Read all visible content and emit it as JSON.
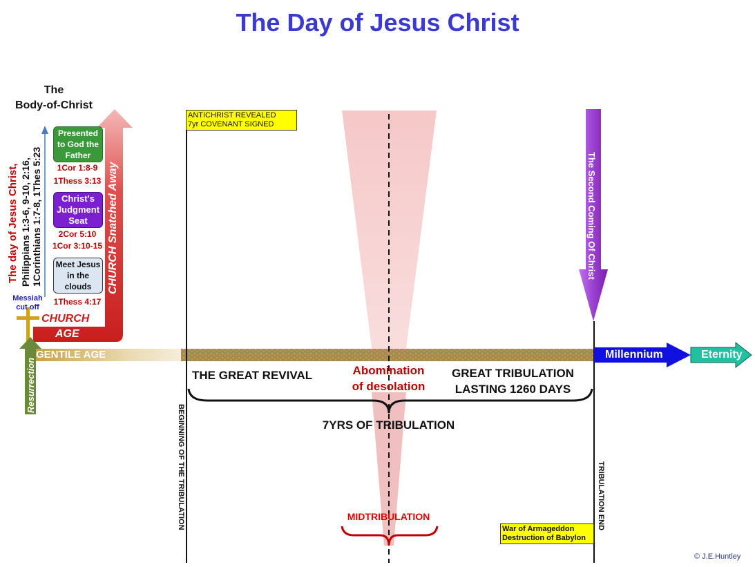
{
  "title": "The Day of Jesus Christ",
  "body_of_christ": {
    "line1": "The",
    "line2": "Body-of-Christ"
  },
  "stack": [
    {
      "label": "Presented to God the Father",
      "refs": [
        "1Cor 1:8-9",
        "1Thess 3:13"
      ],
      "color": "#3a9a3a"
    },
    {
      "label": "Christ's Judgment Seat",
      "refs": [
        "2Cor 5:10",
        "1Cor 3:10-15"
      ],
      "color": "#7b1fd0"
    },
    {
      "label": "Meet Jesus in the clouds",
      "refs": [
        "1Thess 4:17"
      ],
      "color": "#dce6f2"
    }
  ],
  "side_verses": {
    "red_title": "The day of Jesus Christ,",
    "line1": "Philippians 1:3-6, 9-10, 2:16,",
    "line2": "1Corinthians 1:7-8, 1Thes 5:23"
  },
  "messiah_cut_off": "Messiah cut off",
  "church_age": {
    "line1": "CHURCH",
    "line2": "AGE"
  },
  "church_snatched_away": "CHURCH Snatched Away",
  "resurrection": "Resurrection",
  "gentile_age": "GENTILE AGE",
  "millennium": "Millennium",
  "eternity": "Eternity",
  "antichrist_box": {
    "line1": "ANTICHRIST  REVEALED",
    "line2": "7yr COVENANT  SIGNED"
  },
  "second_coming": "The Second Coming Of Christ",
  "great_revival": "THE GREAT REVIVAL",
  "abomination": {
    "line1": "Abomination",
    "line2": "of desolation"
  },
  "great_tribulation": {
    "line1": "GREAT TRIBULATION",
    "line2": "LASTING 1260 DAYS"
  },
  "seven_years": "7YRS OF TRIBULATION",
  "beginning_label": "BEGINNING OF THE TRIBULATION",
  "end_label": "TRIBULATION END",
  "midtribulation": "MIDTRIBULATION",
  "armageddon_box": {
    "line1": "War of Armageddon",
    "line2": "Destruction of Babylon"
  },
  "copyright": "© J.E.Huntley",
  "colors": {
    "title": "#3a3ad0",
    "red": "#c00000",
    "church_red": "#c81e1e",
    "gold": "#c8a040",
    "millennium_blue": "#1010e0",
    "eternity_teal": "#20c0a0",
    "second_coming_purple": "#9a40d0"
  }
}
